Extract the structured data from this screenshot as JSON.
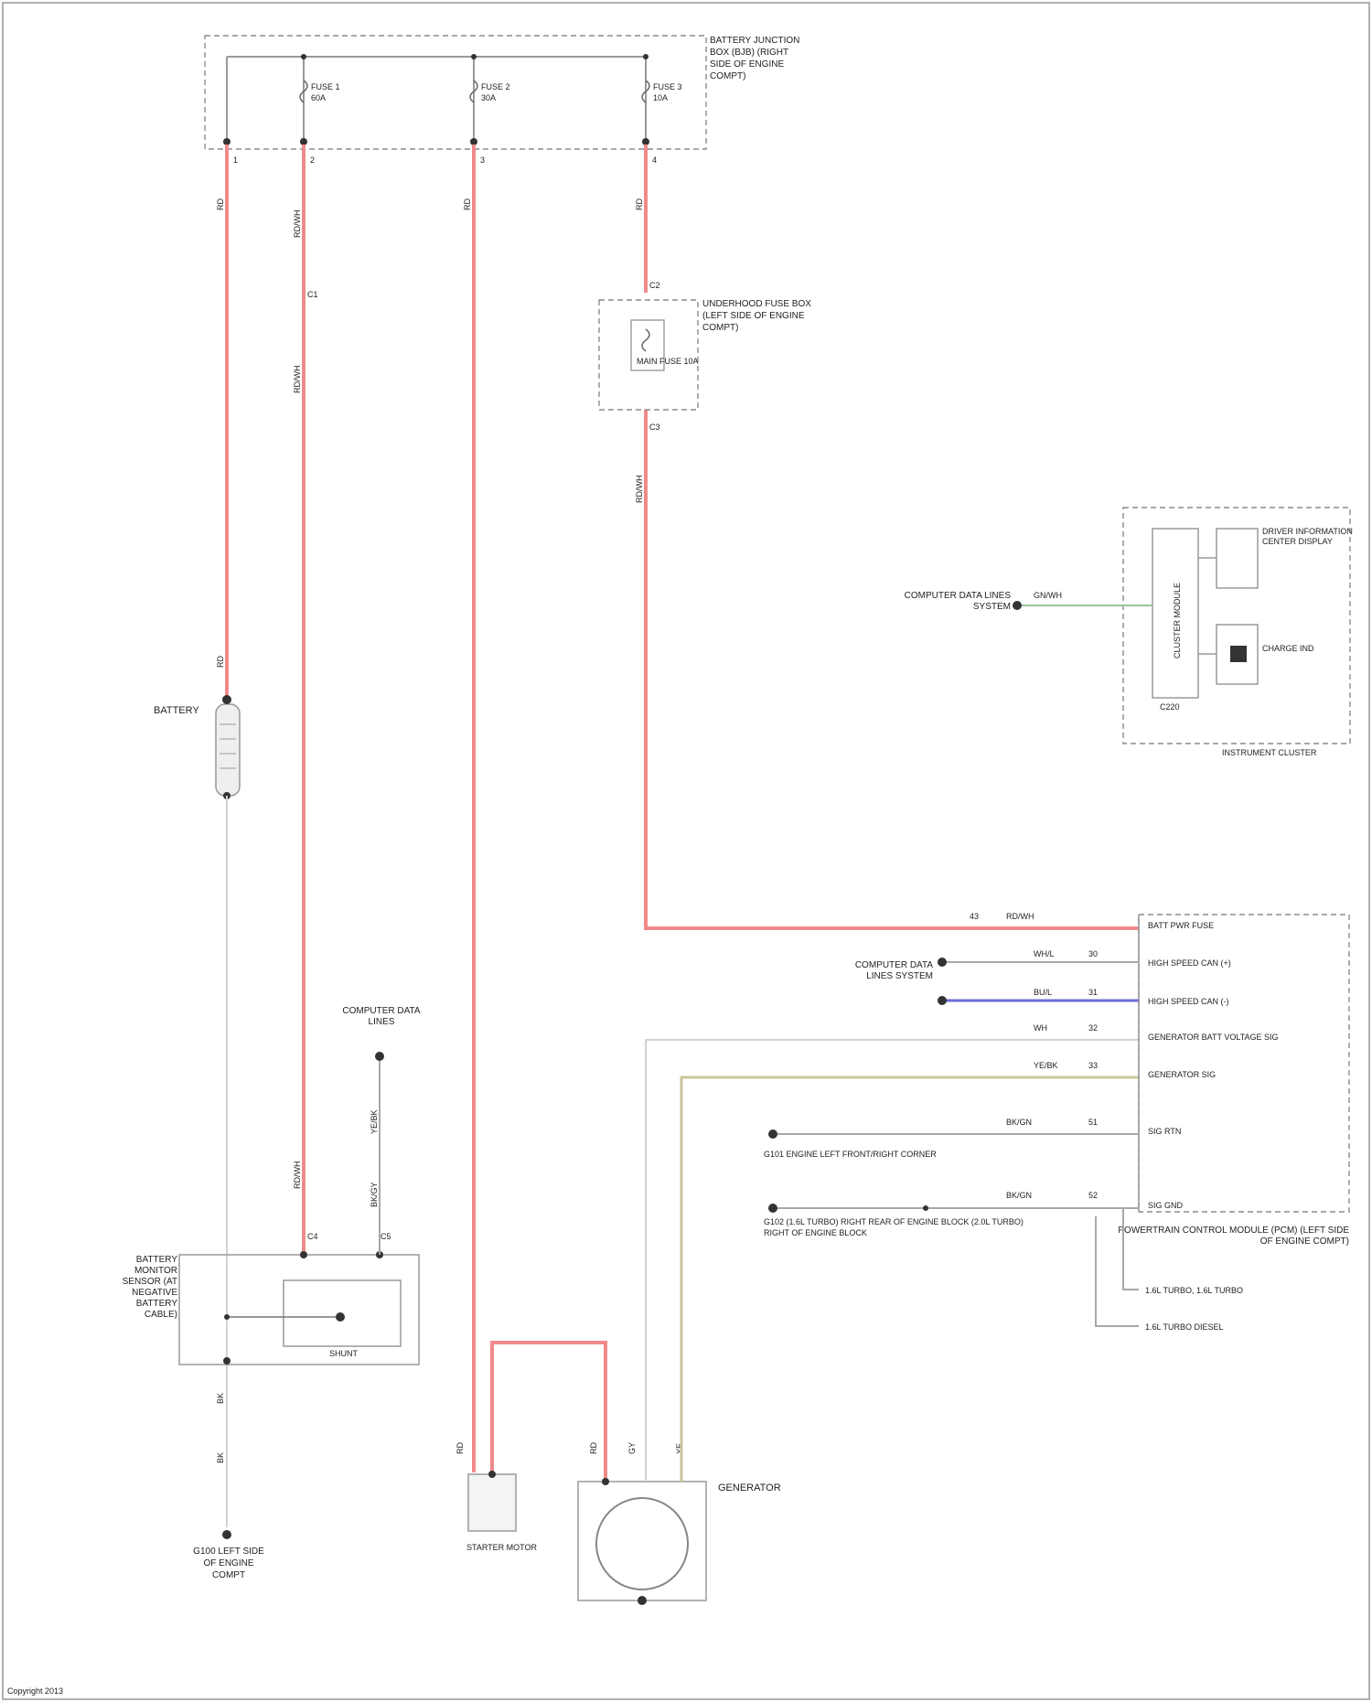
{
  "diagram": {
    "fuse_box": {
      "label": "BATTERY JUNCTION BOX (BJB) (RIGHT SIDE OF ENGINE COMPT)",
      "fuses": [
        {
          "name": "FUSE 1",
          "rating": "60A"
        },
        {
          "name": "FUSE 2",
          "rating": "30A"
        },
        {
          "name": "FUSE 3",
          "rating": "10A"
        }
      ],
      "pins": [
        "1",
        "2",
        "3",
        "4"
      ]
    },
    "wire_codes": {
      "w1": "RD",
      "w2": "RD/WH",
      "w3": "RD",
      "w4": "RD",
      "w5": "RD/WH",
      "w6": "RD/WH",
      "w7": "RD",
      "w8": "BK",
      "w9": "BK",
      "w10": "RD/WH",
      "w11": "BK/GY",
      "w12": "YE/BK",
      "w13": "RD",
      "w14": "RD",
      "w15": "GY",
      "w16": "YE",
      "w17": "GN/WH"
    },
    "connector_ids": [
      "C1",
      "C2",
      "C3",
      "C4",
      "C5"
    ],
    "fuse_relay_box": {
      "label": "UNDERHOOD FUSE BOX (LEFT SIDE OF ENGINE COMPT)",
      "fuse": "MAIN FUSE 10A"
    },
    "battery": {
      "label": "BATTERY"
    },
    "ground_g100": {
      "label": "G100 LEFT SIDE OF ENGINE COMPT"
    },
    "battery_sensor": {
      "label": "BATTERY MONITOR SENSOR (AT NEGATIVE BATTERY CABLE)",
      "inner": "SHUNT"
    },
    "computer_data_lines_top": {
      "label": "COMPUTER DATA LINES"
    },
    "computer_data_lines_left": {
      "label": "COMPUTER DATA LINES SYSTEM"
    },
    "starter": {
      "label": "STARTER MOTOR"
    },
    "generator": {
      "label": "GENERATOR"
    },
    "instrument_cluster": {
      "label": "INSTRUMENT CLUSTER",
      "inner_module": "CLUSTER MODULE",
      "display": "DRIVER INFORMATION CENTER DISPLAY",
      "lamp": "CHARGE IND",
      "connector": "C220"
    },
    "cluster_input": {
      "label": "COMPUTER DATA LINES SYSTEM",
      "wire": "GN/WH"
    },
    "pcm": {
      "label": "POWERTRAIN CONTROL MODULE (PCM) (LEFT SIDE OF ENGINE COMPT)",
      "pins": [
        {
          "name": "BATT PWR FUSE",
          "wire": "RD/WH",
          "circuit": "43"
        },
        {
          "name": "HIGH SPEED CAN (+)",
          "wire": "WH/L",
          "circuit": "30"
        },
        {
          "name": "HIGH SPEED CAN (-)",
          "wire": "BU/L",
          "circuit": "31"
        },
        {
          "name": "GENERATOR BATT VOLTAGE SIG",
          "wire": "WH",
          "circuit": "32"
        },
        {
          "name": "GENERATOR SIG",
          "wire": "YE/BK",
          "circuit": "33"
        },
        {
          "name": "SIG RTN",
          "wire": "BK/GN",
          "circuit": "51"
        },
        {
          "name": "SIG GND",
          "wire": "BK/GN",
          "circuit": "52"
        }
      ],
      "ground_g101": "G101 ENGINE LEFT FRONT/RIGHT CORNER",
      "ground_g102": "G102 (1.6L TURBO) RIGHT REAR OF ENGINE BLOCK (2.0L TURBO) RIGHT OF ENGINE BLOCK",
      "variant1": "1.6L TURBO, 1.6L TURBO",
      "variant2": "1.6L TURBO DIESEL"
    },
    "footer": "Copyright 2013"
  }
}
